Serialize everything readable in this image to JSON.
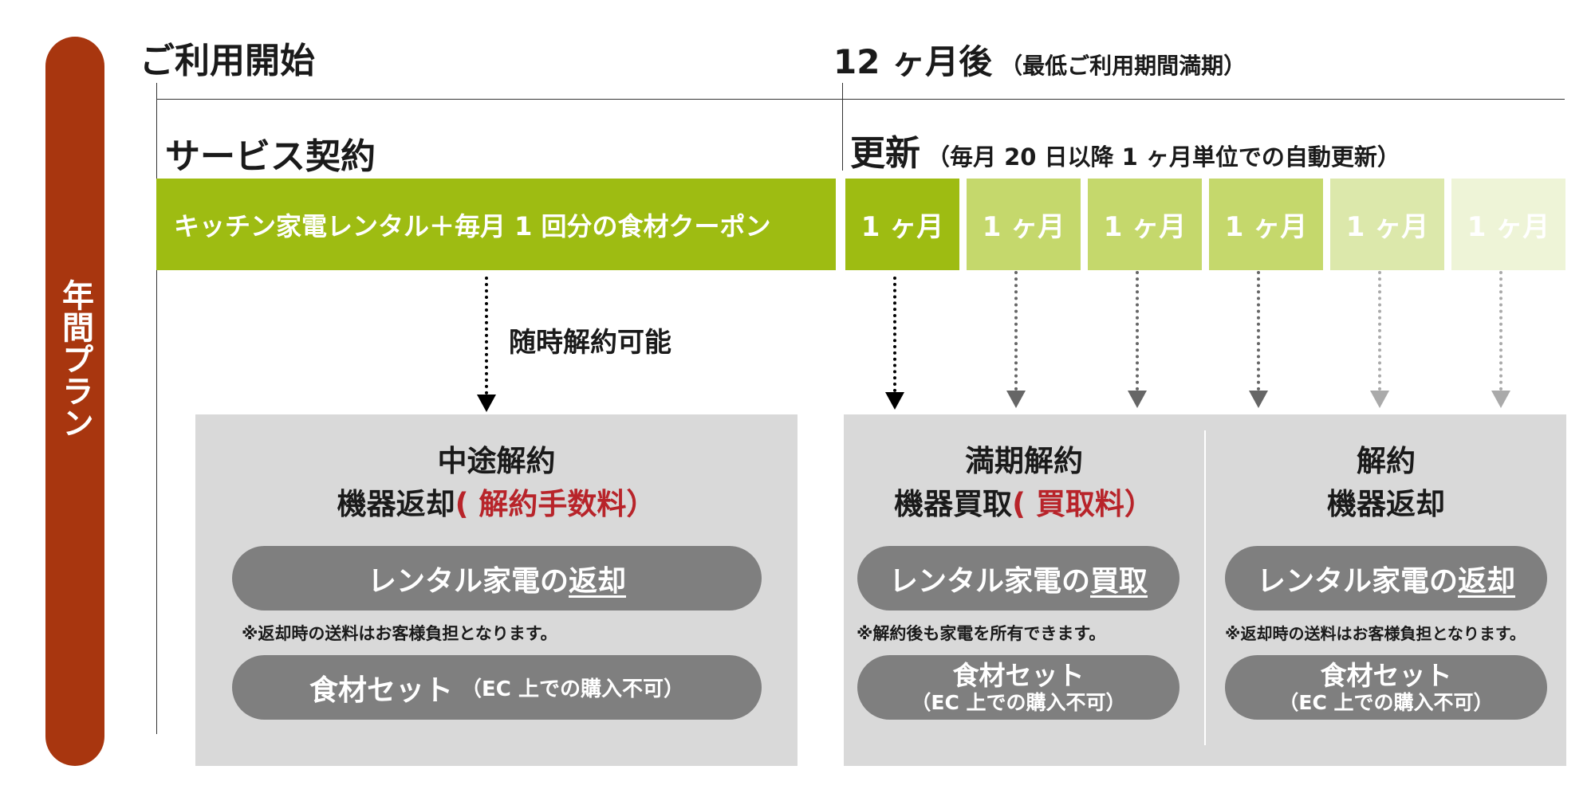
{
  "side_label": "年間プラン",
  "header": {
    "start": "ご利用開始",
    "after": "12 ヶ月後",
    "after_note": "（最低ご利用期間満期）",
    "contract": "サービス契約",
    "renew": "更新",
    "renew_note": "（毎月 20 日以降 1 ヶ月単位での自動更新）"
  },
  "bar": {
    "main_label": "キッチン家電レンタル＋毎月 1 回分の食材クーポン",
    "month_label": "1 ヶ月",
    "colors": {
      "main": "#9ebc12",
      "months": [
        "#9ebc12",
        "#c5d86c",
        "#c5d86c",
        "#c5d86c",
        "#dce8ab",
        "#eef4d7"
      ]
    }
  },
  "arrow_note": "随時解約可能",
  "panels": {
    "mid": {
      "title1": "中途解約",
      "title2": "機器返却",
      "title2_red": "( 解約手数料）",
      "pill1_prefix": "レンタル家電の",
      "pill1_ul": "返却",
      "note": "※返却時の送料はお客様負担となります。",
      "pill2_main": "食材セット",
      "pill2_sub": "（EC 上での購入不可）"
    },
    "expiry": {
      "title1": "満期解約",
      "title2": "機器買取",
      "title2_red": "( 買取料）",
      "pill1_prefix": "レンタル家電の",
      "pill1_ul": "買取",
      "note": "※解約後も家電を所有できます。",
      "pill2_main": "食材セット",
      "pill2_sub": "（EC 上での購入不可）"
    },
    "cancel": {
      "title1": "解約",
      "title2": "機器返却",
      "pill1_prefix": "レンタル家電の",
      "pill1_ul": "返却",
      "note": "※返却時の送料はお客様負担となります。",
      "pill2_main": "食材セット",
      "pill2_sub": "（EC 上での購入不可）"
    }
  }
}
